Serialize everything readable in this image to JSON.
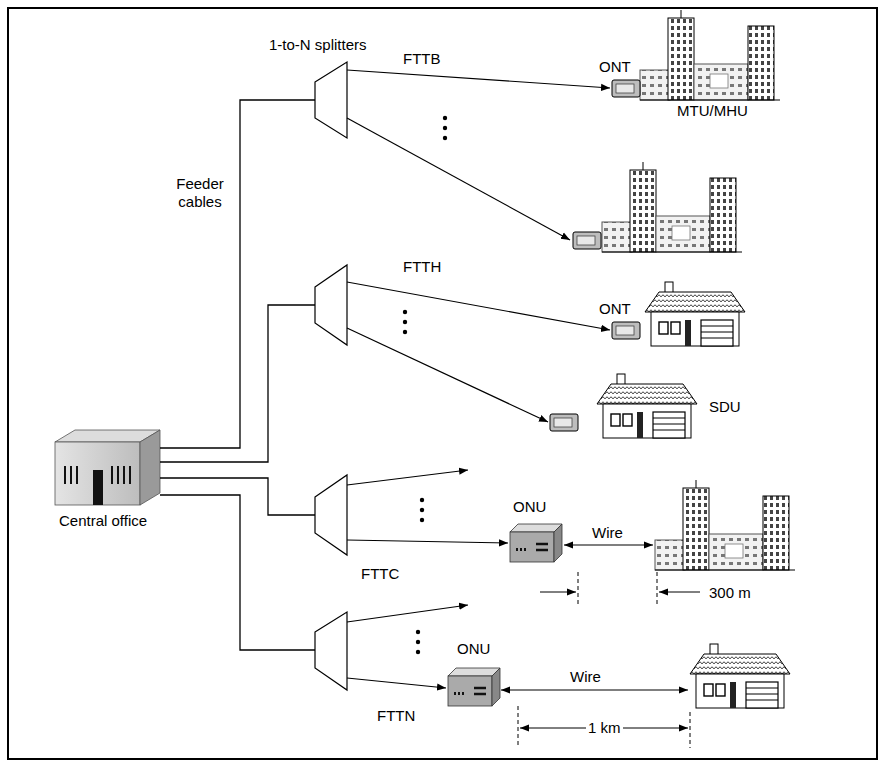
{
  "diagram": {
    "nodes": [
      {
        "text": [
          "ONT"
        ]
      },
      {
        "text": [
          "MTU/MHU"
        ]
      },
      {
        "text": [
          "ONT"
        ]
      },
      {
        "text": [
          "SDU"
        ]
      },
      {
        "text": [
          "Central office"
        ]
      },
      {
        "text": [
          "ONU"
        ]
      },
      {
        "text": [
          "ONU"
        ]
      }
    ],
    "labels": [
      "1-to-N splitters",
      "FTTB",
      "Feeder cables",
      "FTTH",
      "Wire",
      "FTTC",
      "300 m",
      "Wire",
      "FTTN",
      "1 km"
    ]
  }
}
